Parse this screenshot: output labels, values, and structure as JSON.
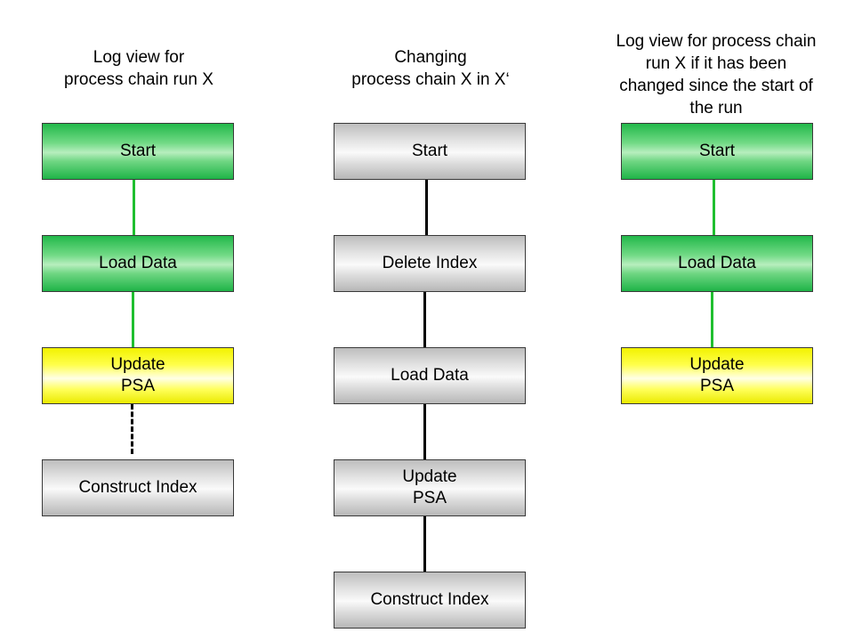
{
  "columns": [
    {
      "title": "Log view for\nprocess chain run X",
      "steps": [
        {
          "label": "Start",
          "status": "green"
        },
        {
          "label": "Load Data",
          "status": "green"
        },
        {
          "label": "Update\nPSA",
          "status": "yellow"
        },
        {
          "label": "Construct Index",
          "status": "grey"
        }
      ]
    },
    {
      "title": "Changing\nprocess chain X in X‘",
      "steps": [
        {
          "label": "Start",
          "status": "grey"
        },
        {
          "label": "Delete Index",
          "status": "grey"
        },
        {
          "label": "Load Data",
          "status": "grey"
        },
        {
          "label": "Update\nPSA",
          "status": "grey"
        },
        {
          "label": "Construct Index",
          "status": "grey"
        }
      ]
    },
    {
      "title": "Log view for process chain\nrun X if it has been\nchanged since the start of\nthe run",
      "steps": [
        {
          "label": "Start",
          "status": "green"
        },
        {
          "label": "Load Data",
          "status": "green"
        },
        {
          "label": "Update\nPSA",
          "status": "yellow"
        }
      ]
    }
  ],
  "colors": {
    "green": "#22b84a",
    "yellow": "#ffff4a",
    "grey": "#d9d9d9",
    "connector_green": "#1fbf2f",
    "connector_black": "#000000"
  }
}
